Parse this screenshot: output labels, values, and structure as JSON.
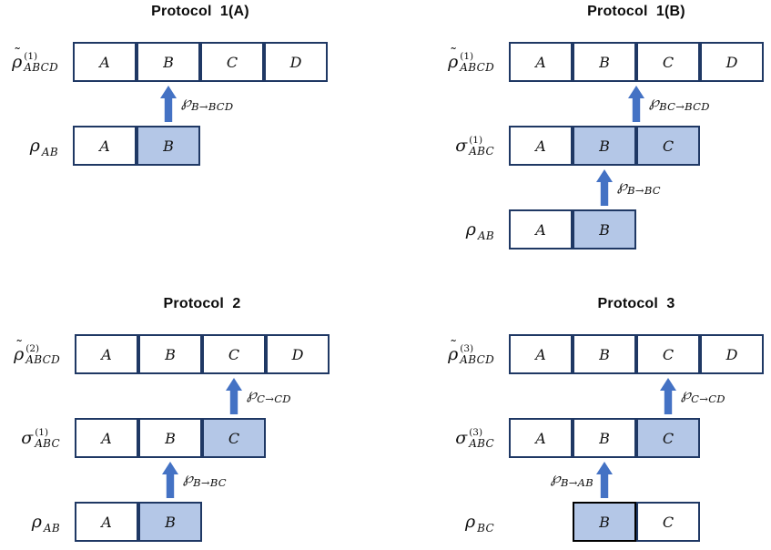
{
  "colors": {
    "box_border": "#1f3864",
    "shaded_fill": "#b4c7e7",
    "arrow_blue": "#4472c4",
    "black_border": "#000000"
  },
  "panels": [
    {
      "id": "protocol-1a",
      "title": "Protocol  1(A)",
      "elements": [
        {
          "type": "row",
          "label": {
            "base": "ρ",
            "tilde": "˜",
            "sup": "(1)",
            "sub": "ABCD"
          },
          "offset_cells": 0,
          "cells": [
            {
              "letter": "A",
              "shaded": false
            },
            {
              "letter": "B",
              "shaded": false
            },
            {
              "letter": "C",
              "shaded": false
            },
            {
              "letter": "D",
              "shaded": false
            }
          ]
        },
        {
          "type": "arrow",
          "col": 1.5,
          "symbol": "℘",
          "subscript": "B→BCD",
          "label_side": "right"
        },
        {
          "type": "row",
          "label": {
            "base": "ρ",
            "tilde": "",
            "sup": "",
            "sub": "AB"
          },
          "offset_cells": 0,
          "cells": [
            {
              "letter": "A",
              "shaded": false
            },
            {
              "letter": "B",
              "shaded": true
            }
          ]
        }
      ]
    },
    {
      "id": "protocol-1b",
      "title": "Protocol  1(B)",
      "elements": [
        {
          "type": "row",
          "label": {
            "base": "ρ",
            "tilde": "˜",
            "sup": "(1)",
            "sub": "ABCD"
          },
          "offset_cells": 0,
          "cells": [
            {
              "letter": "A",
              "shaded": false
            },
            {
              "letter": "B",
              "shaded": false
            },
            {
              "letter": "C",
              "shaded": false
            },
            {
              "letter": "D",
              "shaded": false
            }
          ]
        },
        {
          "type": "arrow",
          "col": 2,
          "symbol": "℘",
          "subscript": "BC→BCD",
          "label_side": "right"
        },
        {
          "type": "row",
          "label": {
            "base": "σ",
            "tilde": "",
            "sup": "(1)",
            "sub": "ABC"
          },
          "offset_cells": 0,
          "cells": [
            {
              "letter": "A",
              "shaded": false
            },
            {
              "letter": "B",
              "shaded": true
            },
            {
              "letter": "C",
              "shaded": true
            }
          ]
        },
        {
          "type": "arrow",
          "col": 1.5,
          "symbol": "℘",
          "subscript": "B→BC",
          "label_side": "right"
        },
        {
          "type": "row",
          "label": {
            "base": "ρ",
            "tilde": "",
            "sup": "",
            "sub": "AB"
          },
          "offset_cells": 0,
          "cells": [
            {
              "letter": "A",
              "shaded": false
            },
            {
              "letter": "B",
              "shaded": true
            }
          ]
        }
      ]
    },
    {
      "id": "protocol-2",
      "title": "Protocol  2",
      "elements": [
        {
          "type": "row",
          "label": {
            "base": "ρ",
            "tilde": "˜",
            "sup": "(2)",
            "sub": "ABCD"
          },
          "offset_cells": 0,
          "cells": [
            {
              "letter": "A",
              "shaded": false
            },
            {
              "letter": "B",
              "shaded": false
            },
            {
              "letter": "C",
              "shaded": false
            },
            {
              "letter": "D",
              "shaded": false
            }
          ]
        },
        {
          "type": "arrow",
          "col": 2.5,
          "symbol": "℘",
          "subscript": "C→CD",
          "label_side": "right"
        },
        {
          "type": "row",
          "label": {
            "base": "σ",
            "tilde": "",
            "sup": "(1)",
            "sub": "ABC"
          },
          "offset_cells": 0,
          "cells": [
            {
              "letter": "A",
              "shaded": false
            },
            {
              "letter": "B",
              "shaded": false
            },
            {
              "letter": "C",
              "shaded": true
            }
          ]
        },
        {
          "type": "arrow",
          "col": 1.5,
          "symbol": "℘",
          "subscript": "B→BC",
          "label_side": "right"
        },
        {
          "type": "row",
          "label": {
            "base": "ρ",
            "tilde": "",
            "sup": "",
            "sub": "AB"
          },
          "offset_cells": 0,
          "cells": [
            {
              "letter": "A",
              "shaded": false
            },
            {
              "letter": "B",
              "shaded": true
            }
          ]
        }
      ]
    },
    {
      "id": "protocol-3",
      "title": "Protocol  3",
      "elements": [
        {
          "type": "row",
          "label": {
            "base": "ρ",
            "tilde": "˜",
            "sup": "(3)",
            "sub": "ABCD"
          },
          "offset_cells": 0,
          "cells": [
            {
              "letter": "A",
              "shaded": false
            },
            {
              "letter": "B",
              "shaded": false
            },
            {
              "letter": "C",
              "shaded": false
            },
            {
              "letter": "D",
              "shaded": false
            }
          ]
        },
        {
          "type": "arrow",
          "col": 2.5,
          "symbol": "℘",
          "subscript": "C→CD",
          "label_side": "right"
        },
        {
          "type": "row",
          "label": {
            "base": "σ",
            "tilde": "",
            "sup": "(3)",
            "sub": "ABC"
          },
          "offset_cells": 0,
          "cells": [
            {
              "letter": "A",
              "shaded": false
            },
            {
              "letter": "B",
              "shaded": false
            },
            {
              "letter": "C",
              "shaded": true
            }
          ]
        },
        {
          "type": "arrow",
          "col": 1.5,
          "symbol": "℘",
          "subscript": "B→AB",
          "label_side": "left"
        },
        {
          "type": "row",
          "label": {
            "base": "ρ",
            "tilde": "",
            "sup": "",
            "sub": "BC"
          },
          "offset_cells": 1,
          "cells": [
            {
              "letter": "B",
              "shaded": true,
              "border_color": "#000000"
            },
            {
              "letter": "C",
              "shaded": false
            }
          ]
        }
      ]
    }
  ]
}
